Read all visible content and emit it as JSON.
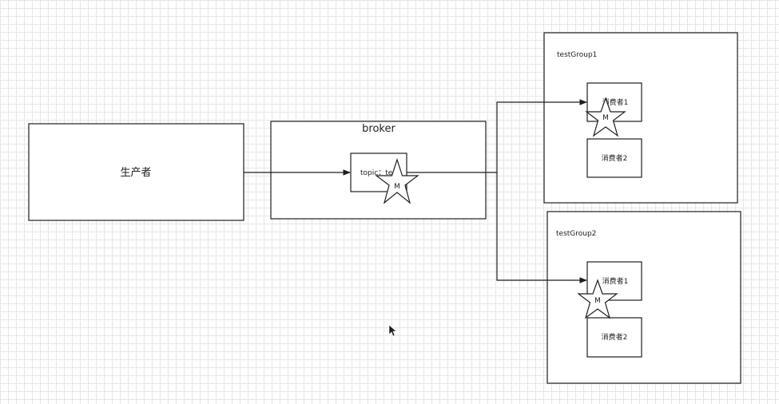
{
  "nodes": {
    "producer": "生产者",
    "broker": "broker",
    "topic": "topic：test",
    "group1": {
      "title": "testGroup1",
      "consumer1": "消费者1",
      "consumer2": "消费者2"
    },
    "group2": {
      "title": "testGroup2",
      "consumer1": "消费者1",
      "consumer2": "消费者2"
    }
  },
  "message_label": "M",
  "icons": [
    "cursor-arrow-icon"
  ]
}
